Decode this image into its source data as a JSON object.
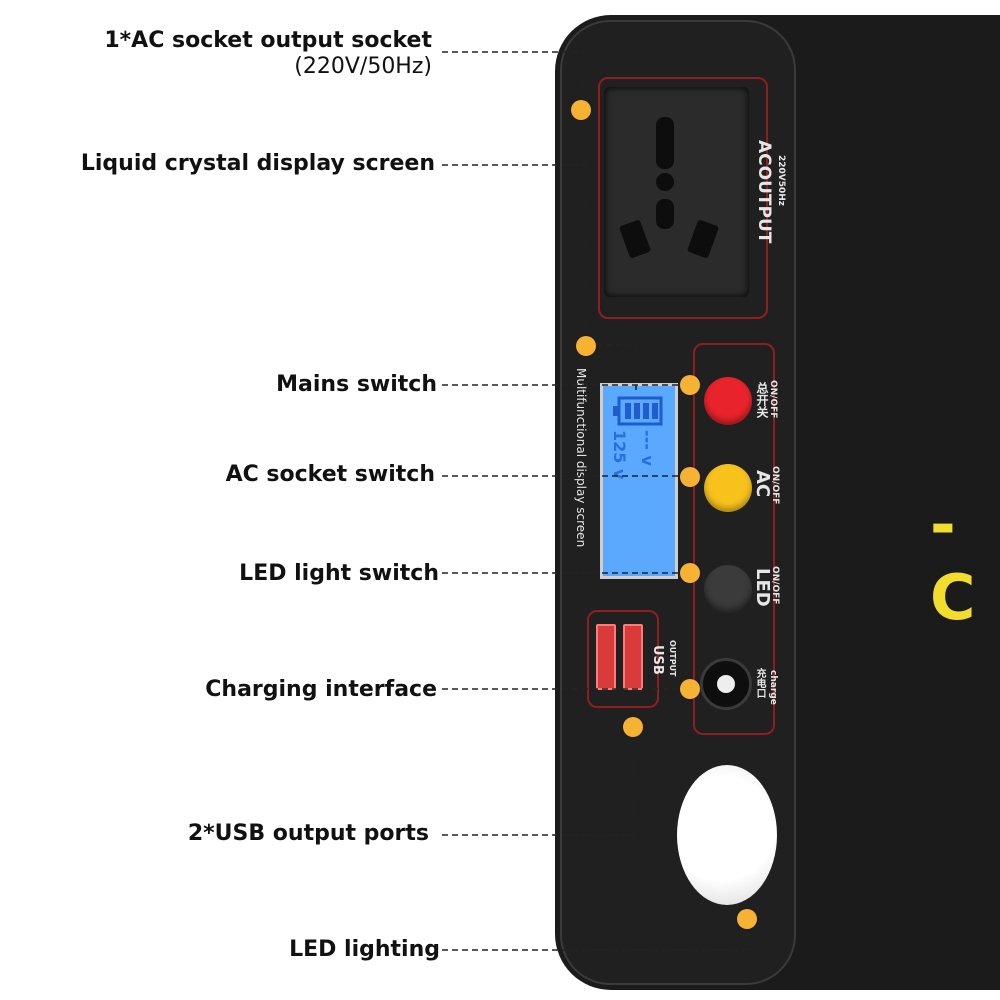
{
  "callouts": [
    {
      "id": "ac-socket",
      "line1": "1*AC socket output socket",
      "line2": "(220V/50Hz)"
    },
    {
      "id": "lcd",
      "line1": "Liquid crystal display screen"
    },
    {
      "id": "mains",
      "line1": "Mains switch"
    },
    {
      "id": "ac-switch",
      "line1": "AC socket switch"
    },
    {
      "id": "led-switch",
      "line1": "LED light switch"
    },
    {
      "id": "charging",
      "line1": "Charging interface"
    },
    {
      "id": "usb",
      "line1": "2*USB output ports"
    },
    {
      "id": "led-light",
      "line1": "LED lighting"
    }
  ],
  "device": {
    "socket_label": "ACOUTPUT",
    "socket_sub": "220V50Hz",
    "lcd_caption": "Multifunctional display screen",
    "lcd_row1": "125 v",
    "lcd_row2": "--- v",
    "btn1_label": "总开关",
    "btn1_sub": "ON/OFF",
    "btn2_label": "AC",
    "btn2_sub": "ON/OFF",
    "btn3_label": "LED",
    "btn3_sub": "ON/OFF",
    "usb_label": "USB",
    "usb_sub": "OUTPUT",
    "charge_label": "充电口",
    "charge_sub": "charge",
    "side_text": "-C"
  },
  "colors": {
    "dot": "#f6b233",
    "frame": "#8f1e1e",
    "btn_red": "#e8232b",
    "btn_yellow": "#f7c21b",
    "btn_gray": "#3b3b3b",
    "lcd": "#5aa9ff"
  }
}
